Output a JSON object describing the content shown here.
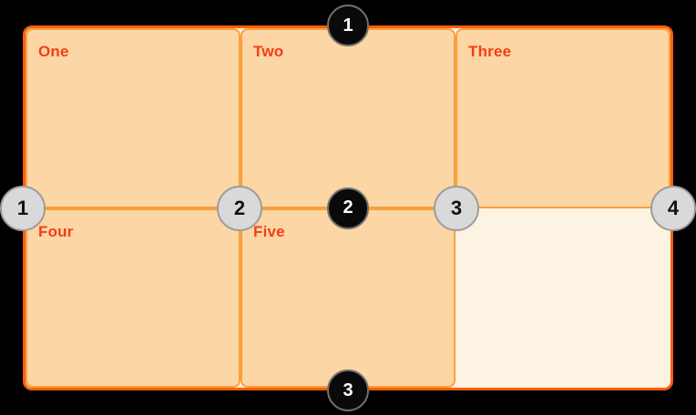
{
  "diagram": {
    "cells": [
      {
        "label": "One"
      },
      {
        "label": "Two"
      },
      {
        "label": "Three"
      },
      {
        "label": "Four"
      },
      {
        "label": "Five"
      },
      {
        "label": ""
      }
    ],
    "row_line_markers": [
      {
        "number": "1"
      },
      {
        "number": "2"
      },
      {
        "number": "3"
      }
    ],
    "column_line_markers": [
      {
        "number": "1"
      },
      {
        "number": "2"
      },
      {
        "number": "3"
      },
      {
        "number": "4"
      }
    ],
    "colors": {
      "page_background": "#000000",
      "grid_outer_border": "#fd5e0c",
      "cell_border": "#f9a03d",
      "cell_fill": "#fcd6a4",
      "grid_background": "#fdf3e3",
      "cell_label_text": "#f43e15",
      "row_marker_fill": "#0a0a0a",
      "row_marker_border": "#6f6f6f",
      "row_marker_text": "#ffffff",
      "column_marker_fill": "#d9d9d9",
      "column_marker_border": "#9c9c9c",
      "column_marker_text": "#111111"
    }
  }
}
